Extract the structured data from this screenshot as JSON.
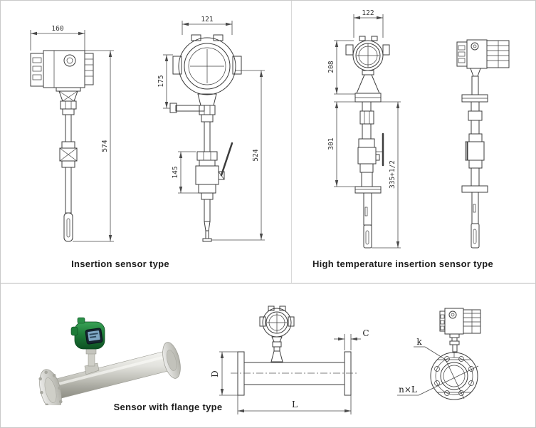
{
  "captions": {
    "insertion": "Insertion sensor type",
    "high_temp": "High temperature insertion sensor type",
    "flange": "Sensor with flange type"
  },
  "dimensions": {
    "insertion_side": {
      "width": "160",
      "height": "574"
    },
    "insertion_front": {
      "width": "121",
      "head_height": "175",
      "valve_section": "145",
      "length": "524"
    },
    "high_temp_front": {
      "width": "122",
      "head_height": "208",
      "mid_section": "301",
      "total_length": "335+1/2"
    },
    "flange_front": {
      "flange_diameter": "D",
      "length": "L",
      "flange_thickness": "C"
    },
    "flange_end": {
      "bolt_circle": "k",
      "bolt_holes": "n×L"
    }
  },
  "colors": {
    "line": "#3c3c3c",
    "divider": "#d9d9d9",
    "transmitter_green": "#1e7c38",
    "display_screen": "#7fa8c4",
    "pipe_silver": "#c9c9c2"
  }
}
